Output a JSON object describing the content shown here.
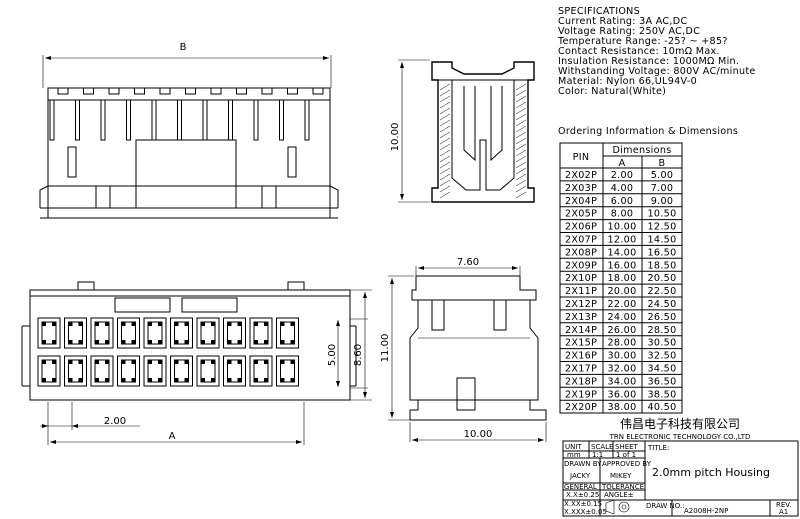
{
  "specifications": {
    "title": "SPECIFICATIONS",
    "lines": [
      "Current Rating: 3A AC,DC",
      "Voltage Rating: 250V AC,DC",
      "Temperature Range: -25? ~ +85?",
      "Contact Resistance: 10mΩ Max.",
      "Insulation Resistance: 1000MΩ Min.",
      "Withstanding Voltage: 800V AC/minute",
      "Material: Nylon 66,UL94V-0",
      "Color: Natural(White)"
    ]
  },
  "ordering": {
    "title": "Ordering Information & Dimensions",
    "col_pin": "PIN",
    "col_dimensions": "Dimensions",
    "col_a": "A",
    "col_b": "B",
    "rows": [
      {
        "pin": "2X02P",
        "a": "2.00",
        "b": "5.00"
      },
      {
        "pin": "2X03P",
        "a": "4.00",
        "b": "7.00"
      },
      {
        "pin": "2X04P",
        "a": "6.00",
        "b": "9.00"
      },
      {
        "pin": "2X05P",
        "a": "8.00",
        "b": "10.50"
      },
      {
        "pin": "2X06P",
        "a": "10.00",
        "b": "12.50"
      },
      {
        "pin": "2X07P",
        "a": "12.00",
        "b": "14.50"
      },
      {
        "pin": "2X08P",
        "a": "14.00",
        "b": "16.50"
      },
      {
        "pin": "2X09P",
        "a": "16.00",
        "b": "18.50"
      },
      {
        "pin": "2X10P",
        "a": "18.00",
        "b": "20.50"
      },
      {
        "pin": "2X11P",
        "a": "20.00",
        "b": "22.50"
      },
      {
        "pin": "2X12P",
        "a": "22.00",
        "b": "24.50"
      },
      {
        "pin": "2X13P",
        "a": "24.00",
        "b": "26.50"
      },
      {
        "pin": "2X14P",
        "a": "26.00",
        "b": "28.50"
      },
      {
        "pin": "2X15P",
        "a": "28.00",
        "b": "30.50"
      },
      {
        "pin": "2X16P",
        "a": "30.00",
        "b": "32.50"
      },
      {
        "pin": "2X17P",
        "a": "32.00",
        "b": "34.50"
      },
      {
        "pin": "2X18P",
        "a": "34.00",
        "b": "36.50"
      },
      {
        "pin": "2X19P",
        "a": "36.00",
        "b": "38.50"
      },
      {
        "pin": "2X20P",
        "a": "38.00",
        "b": "40.50"
      }
    ]
  },
  "dimensions": {
    "b": "B",
    "a": "A",
    "pitch": "2.00",
    "height_side": "10.00",
    "width_top": "7.60",
    "height_end": "11.00",
    "width_end": "10.00",
    "height_front": "8.60",
    "inner_front": "5.00"
  },
  "title_block": {
    "company_cn": "伟昌电子科技有限公司",
    "company_en": "TRN ELECTRONIC TECHNOLOGY CO.,LTD",
    "unit_label": "UNIT",
    "scale_label": "SCALE",
    "sheet_label": "SHEET",
    "unit_value": "mm",
    "scale_value": "1:1",
    "sheet_value": "1 of 1",
    "title_label": "TITLE:",
    "title_value": "2.0mm pitch Housing",
    "drawn_by_label": "DRAWN BY",
    "approved_by_label": "APPROVED BY",
    "drawn_by": "JACKY",
    "approved_by": "MIKEY",
    "general_label": "GENERAL",
    "tolerance_label": "TOLERANCE",
    "tol1": "X.X±0.25",
    "tol2": "X.XX±0.15",
    "tol3": "X.XXX±0.05",
    "angle_label": "ANGLE±",
    "draw_no_label": "DRAW NO.:",
    "draw_no": "A2008H-2NP",
    "rev_label": "REV.",
    "rev_value": "A1"
  }
}
